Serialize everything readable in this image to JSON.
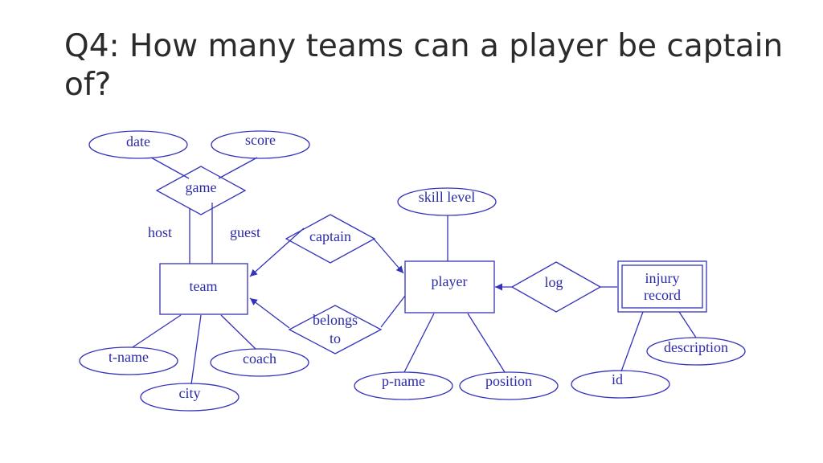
{
  "slide": {
    "title": "Q4: How many teams can a player be captain of?"
  },
  "colors": {
    "diagram": "#3333bb",
    "text": "#2a2aa8",
    "title": "#2b2b2b"
  },
  "diagram": {
    "entities": {
      "team": "team",
      "player": "player",
      "injury_record_line1": "injury",
      "injury_record_line2": "record"
    },
    "relationships": {
      "game": "game",
      "captain": "captain",
      "belongs_to_line1": "belongs",
      "belongs_to_line2": "to",
      "log": "log"
    },
    "attributes": {
      "date": "date",
      "score": "score",
      "skill_level": "skill level",
      "t_name": "t-name",
      "city": "city",
      "coach": "coach",
      "p_name": "p-name",
      "position": "position",
      "id": "id",
      "description": "description"
    },
    "role_labels": {
      "host": "host",
      "guest": "guest"
    }
  }
}
